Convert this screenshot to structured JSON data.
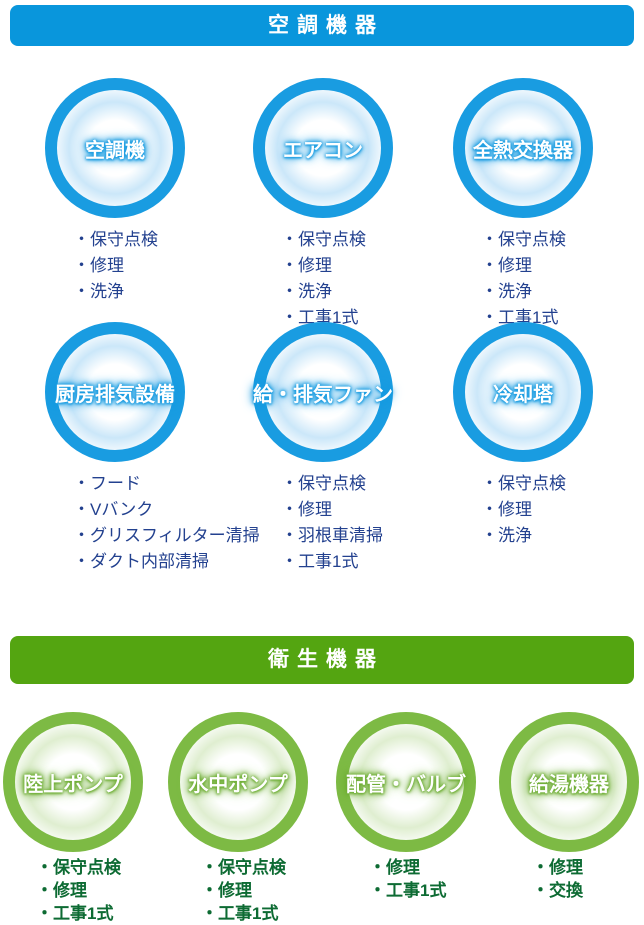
{
  "bullet": "・",
  "sections": [
    {
      "id": "aircon",
      "title": "空調機器",
      "theme": "blue",
      "rows": [
        [
          {
            "label": "空調機",
            "services": [
              "保守点検",
              "修理",
              "洗浄"
            ]
          },
          {
            "label": "エアコン",
            "services": [
              "保守点検",
              "修理",
              "洗浄",
              "工事1式"
            ]
          },
          {
            "label": "全熱交換器",
            "services": [
              "保守点検",
              "修理",
              "洗浄",
              "工事1式"
            ]
          }
        ],
        [
          {
            "label": "厨房排気設備",
            "services": [
              "フード",
              "Vバンク",
              "グリスフィルター清掃",
              "ダクト内部清掃"
            ]
          },
          {
            "label": "給・排気ファン",
            "services": [
              "保守点検",
              "修理",
              "羽根車清掃",
              "工事1式"
            ]
          },
          {
            "label": "冷却塔",
            "services": [
              "保守点検",
              "修理",
              "洗浄"
            ]
          }
        ]
      ]
    },
    {
      "id": "sanitary",
      "title": "衛生機器",
      "theme": "green",
      "rows": [
        [
          {
            "label": "陸上ポンプ",
            "services": [
              "保守点検",
              "修理",
              "工事1式"
            ]
          },
          {
            "label": "水中ポンプ",
            "services": [
              "保守点検",
              "修理",
              "工事1式"
            ]
          },
          {
            "label": "配管・バルブ",
            "services": [
              "修理",
              "工事1式"
            ]
          },
          {
            "label": "給湯機器",
            "services": [
              "修理",
              "交換"
            ]
          }
        ]
      ]
    }
  ],
  "colors": {
    "aircon_header": "#0996dc",
    "aircon_ring": "#199ce1",
    "aircon_text": "#23418f",
    "sanitary_header": "#54a511",
    "sanitary_ring": "#7dba44",
    "sanitary_text": "#0d6b33"
  }
}
